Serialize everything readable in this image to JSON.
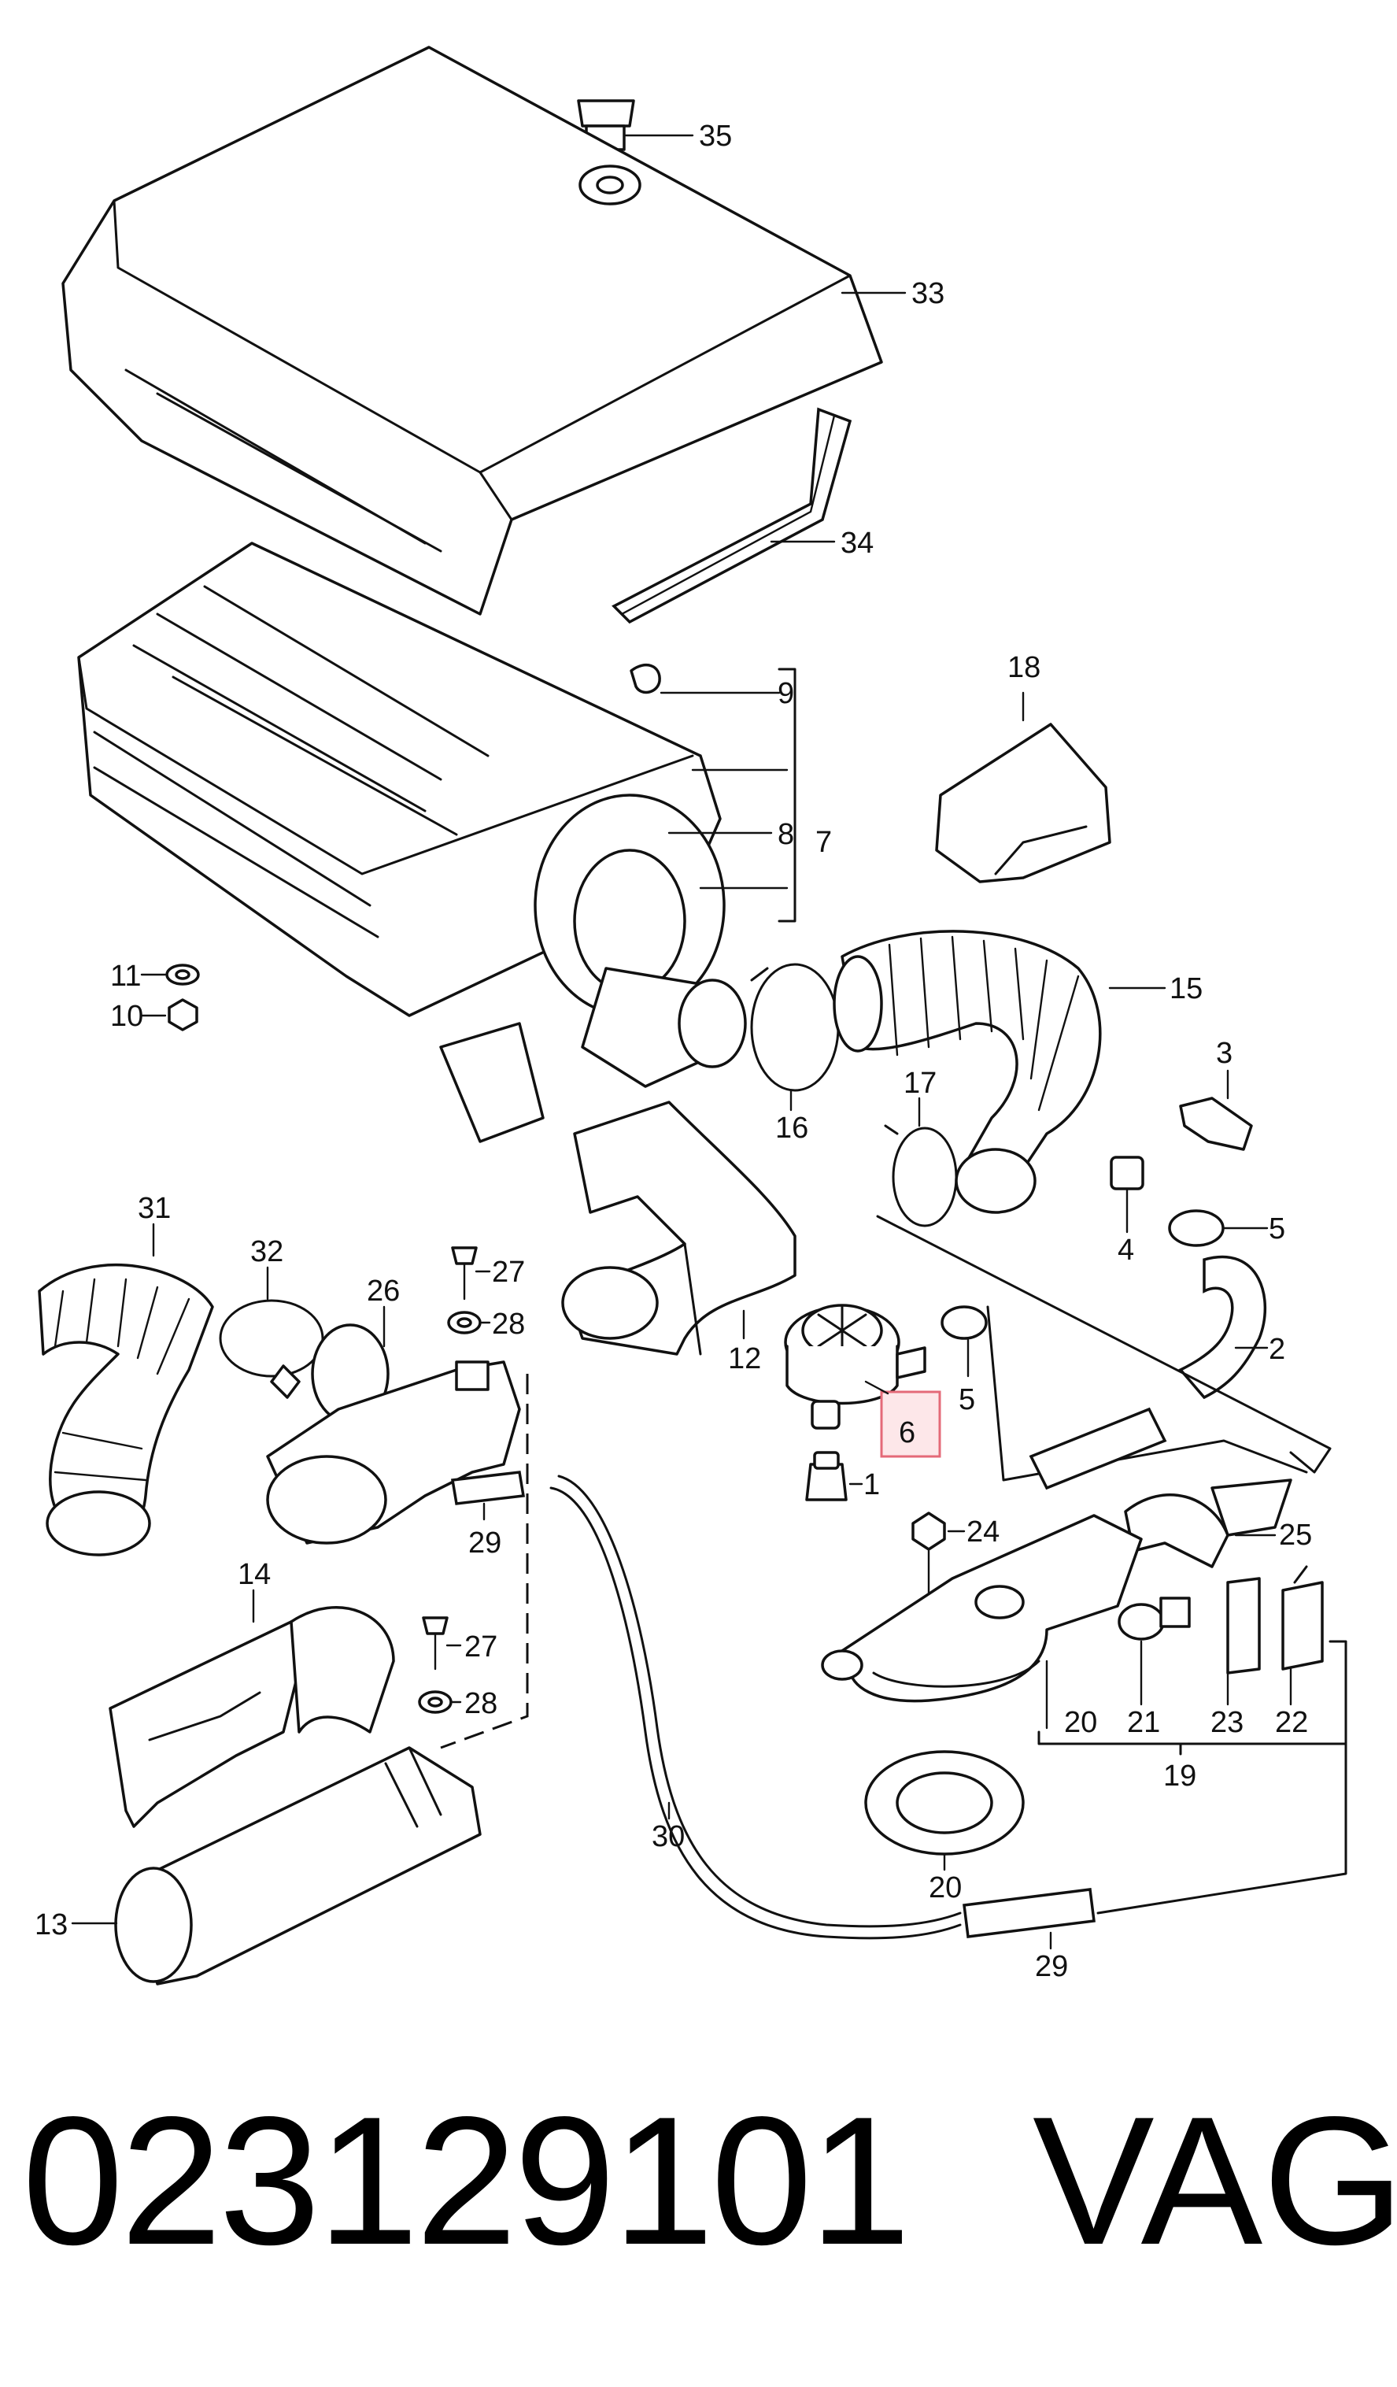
{
  "callouts": {
    "c35": "35",
    "c33": "33",
    "c34": "34",
    "c9": "9",
    "c8": "8",
    "c7": "7",
    "c18": "18",
    "c11": "11",
    "c10": "10",
    "c15": "15",
    "c16": "16",
    "c3": "3",
    "c17": "17",
    "c4": "4",
    "c5a": "5",
    "c31": "31",
    "c32": "32",
    "c26": "26",
    "c27a": "27",
    "c28a": "28",
    "c12": "12",
    "c2": "2",
    "c6": "6",
    "c5b": "5",
    "c1": "1",
    "c29a": "29",
    "c24": "24",
    "c25": "25",
    "c14": "14",
    "c27b": "27",
    "c28b": "28",
    "c20a": "20",
    "c21": "21",
    "c23": "23",
    "c22": "22",
    "c19": "19",
    "c30": "30",
    "c20b": "20",
    "c13": "13",
    "c29b": "29"
  },
  "highlight": {
    "part": "6",
    "color": "#e46a78"
  },
  "footer": {
    "part_number": "023129101",
    "brand": "VAG"
  }
}
